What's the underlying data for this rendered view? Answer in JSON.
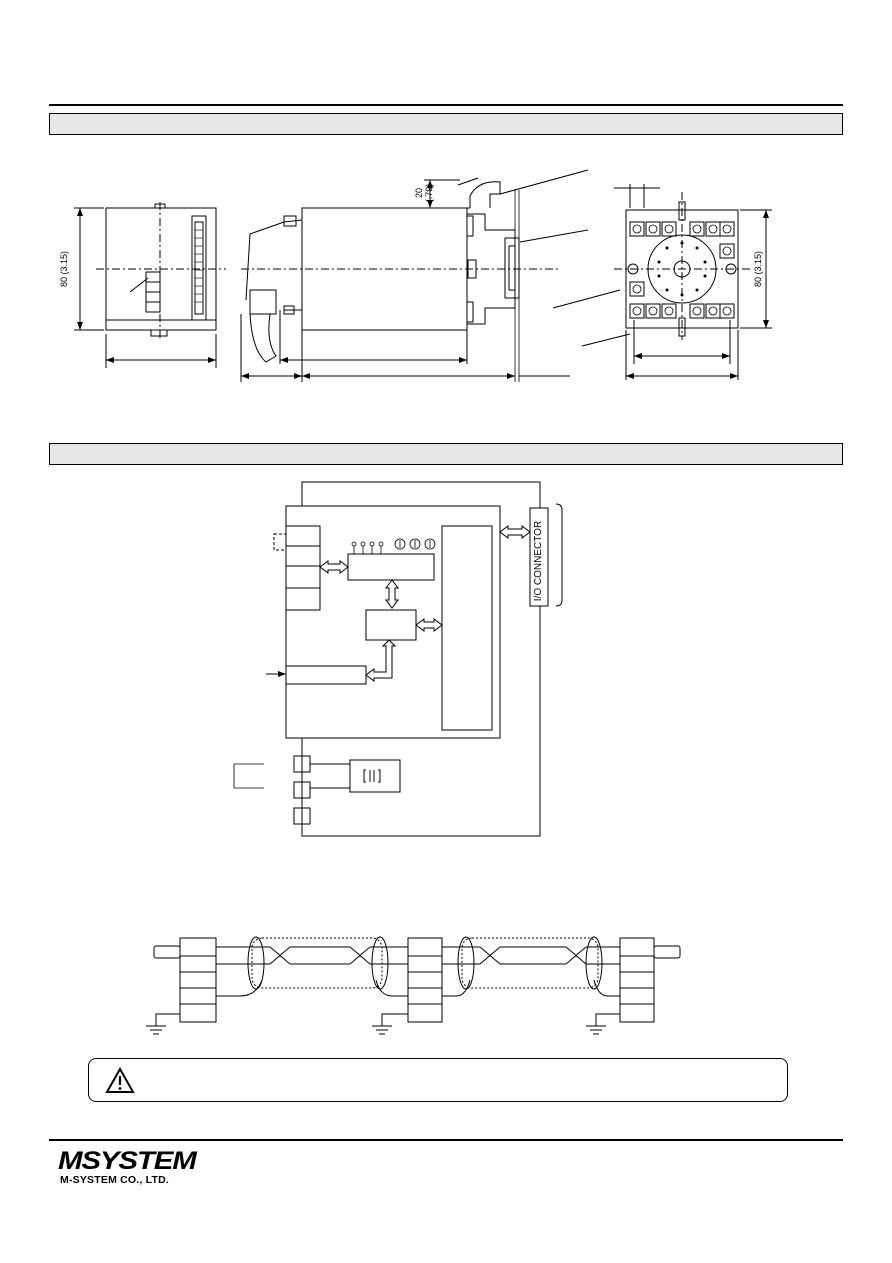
{
  "dimensions": {
    "front_height": "80 (3.15)",
    "top_offset_value": "20",
    "top_offset_inch": "(.79)",
    "socket_height": "80 (3.15)"
  },
  "block_diagram": {
    "io_connector_label": "I/O CONNECTOR"
  },
  "footer": {
    "logo_mark": "MSYSTEM",
    "company_name": "M-SYSTEM CO., LTD."
  }
}
